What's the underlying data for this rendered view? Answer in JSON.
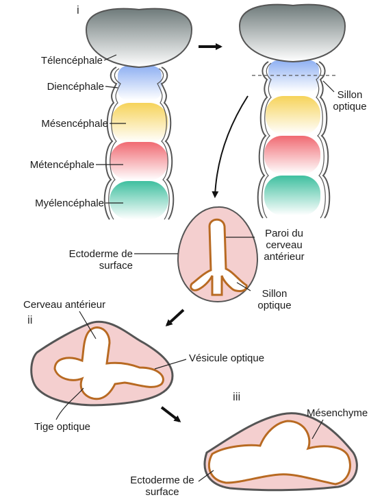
{
  "panel_markers": {
    "i": "i",
    "ii": "ii",
    "iii": "iii"
  },
  "labels": {
    "telencephale": "Télencéphale",
    "diencephale": "Diencéphale",
    "mesencephale": "Mésencéphale",
    "metencephale": "Métencéphale",
    "myelencephale": "Myélencéphale",
    "sillon_optique_line1": "Sillon",
    "sillon_optique_line2": "optique",
    "paroi_line1": "Paroi du",
    "paroi_line2": "cerveau",
    "paroi_line3": "antérieur",
    "ectoderme_line1": "Ectoderme de",
    "ectoderme_line2": "surface",
    "sillon2_line1": "Sillon",
    "sillon2_line2": "optique",
    "cerveau_anterieur": "Cerveau antérieur",
    "vesicule_optique": "Vésicule optique",
    "tige_optique": "Tige optique",
    "mesenchyme": "Mésenchyme",
    "ectoderme2_line1": "Ectoderme de",
    "ectoderme2_line2": "surface"
  },
  "colors": {
    "telencephale_fill": "#6f7b7b",
    "diencephale_fill": "#8fb0f2",
    "mesencephale_fill": "#f6d35a",
    "metencephale_fill": "#f06a72",
    "myelencephale_fill": "#3fbf9f",
    "tissue_pink": "#f4cfcf",
    "neural_wall": "#b86a22",
    "outline": "#555555"
  }
}
